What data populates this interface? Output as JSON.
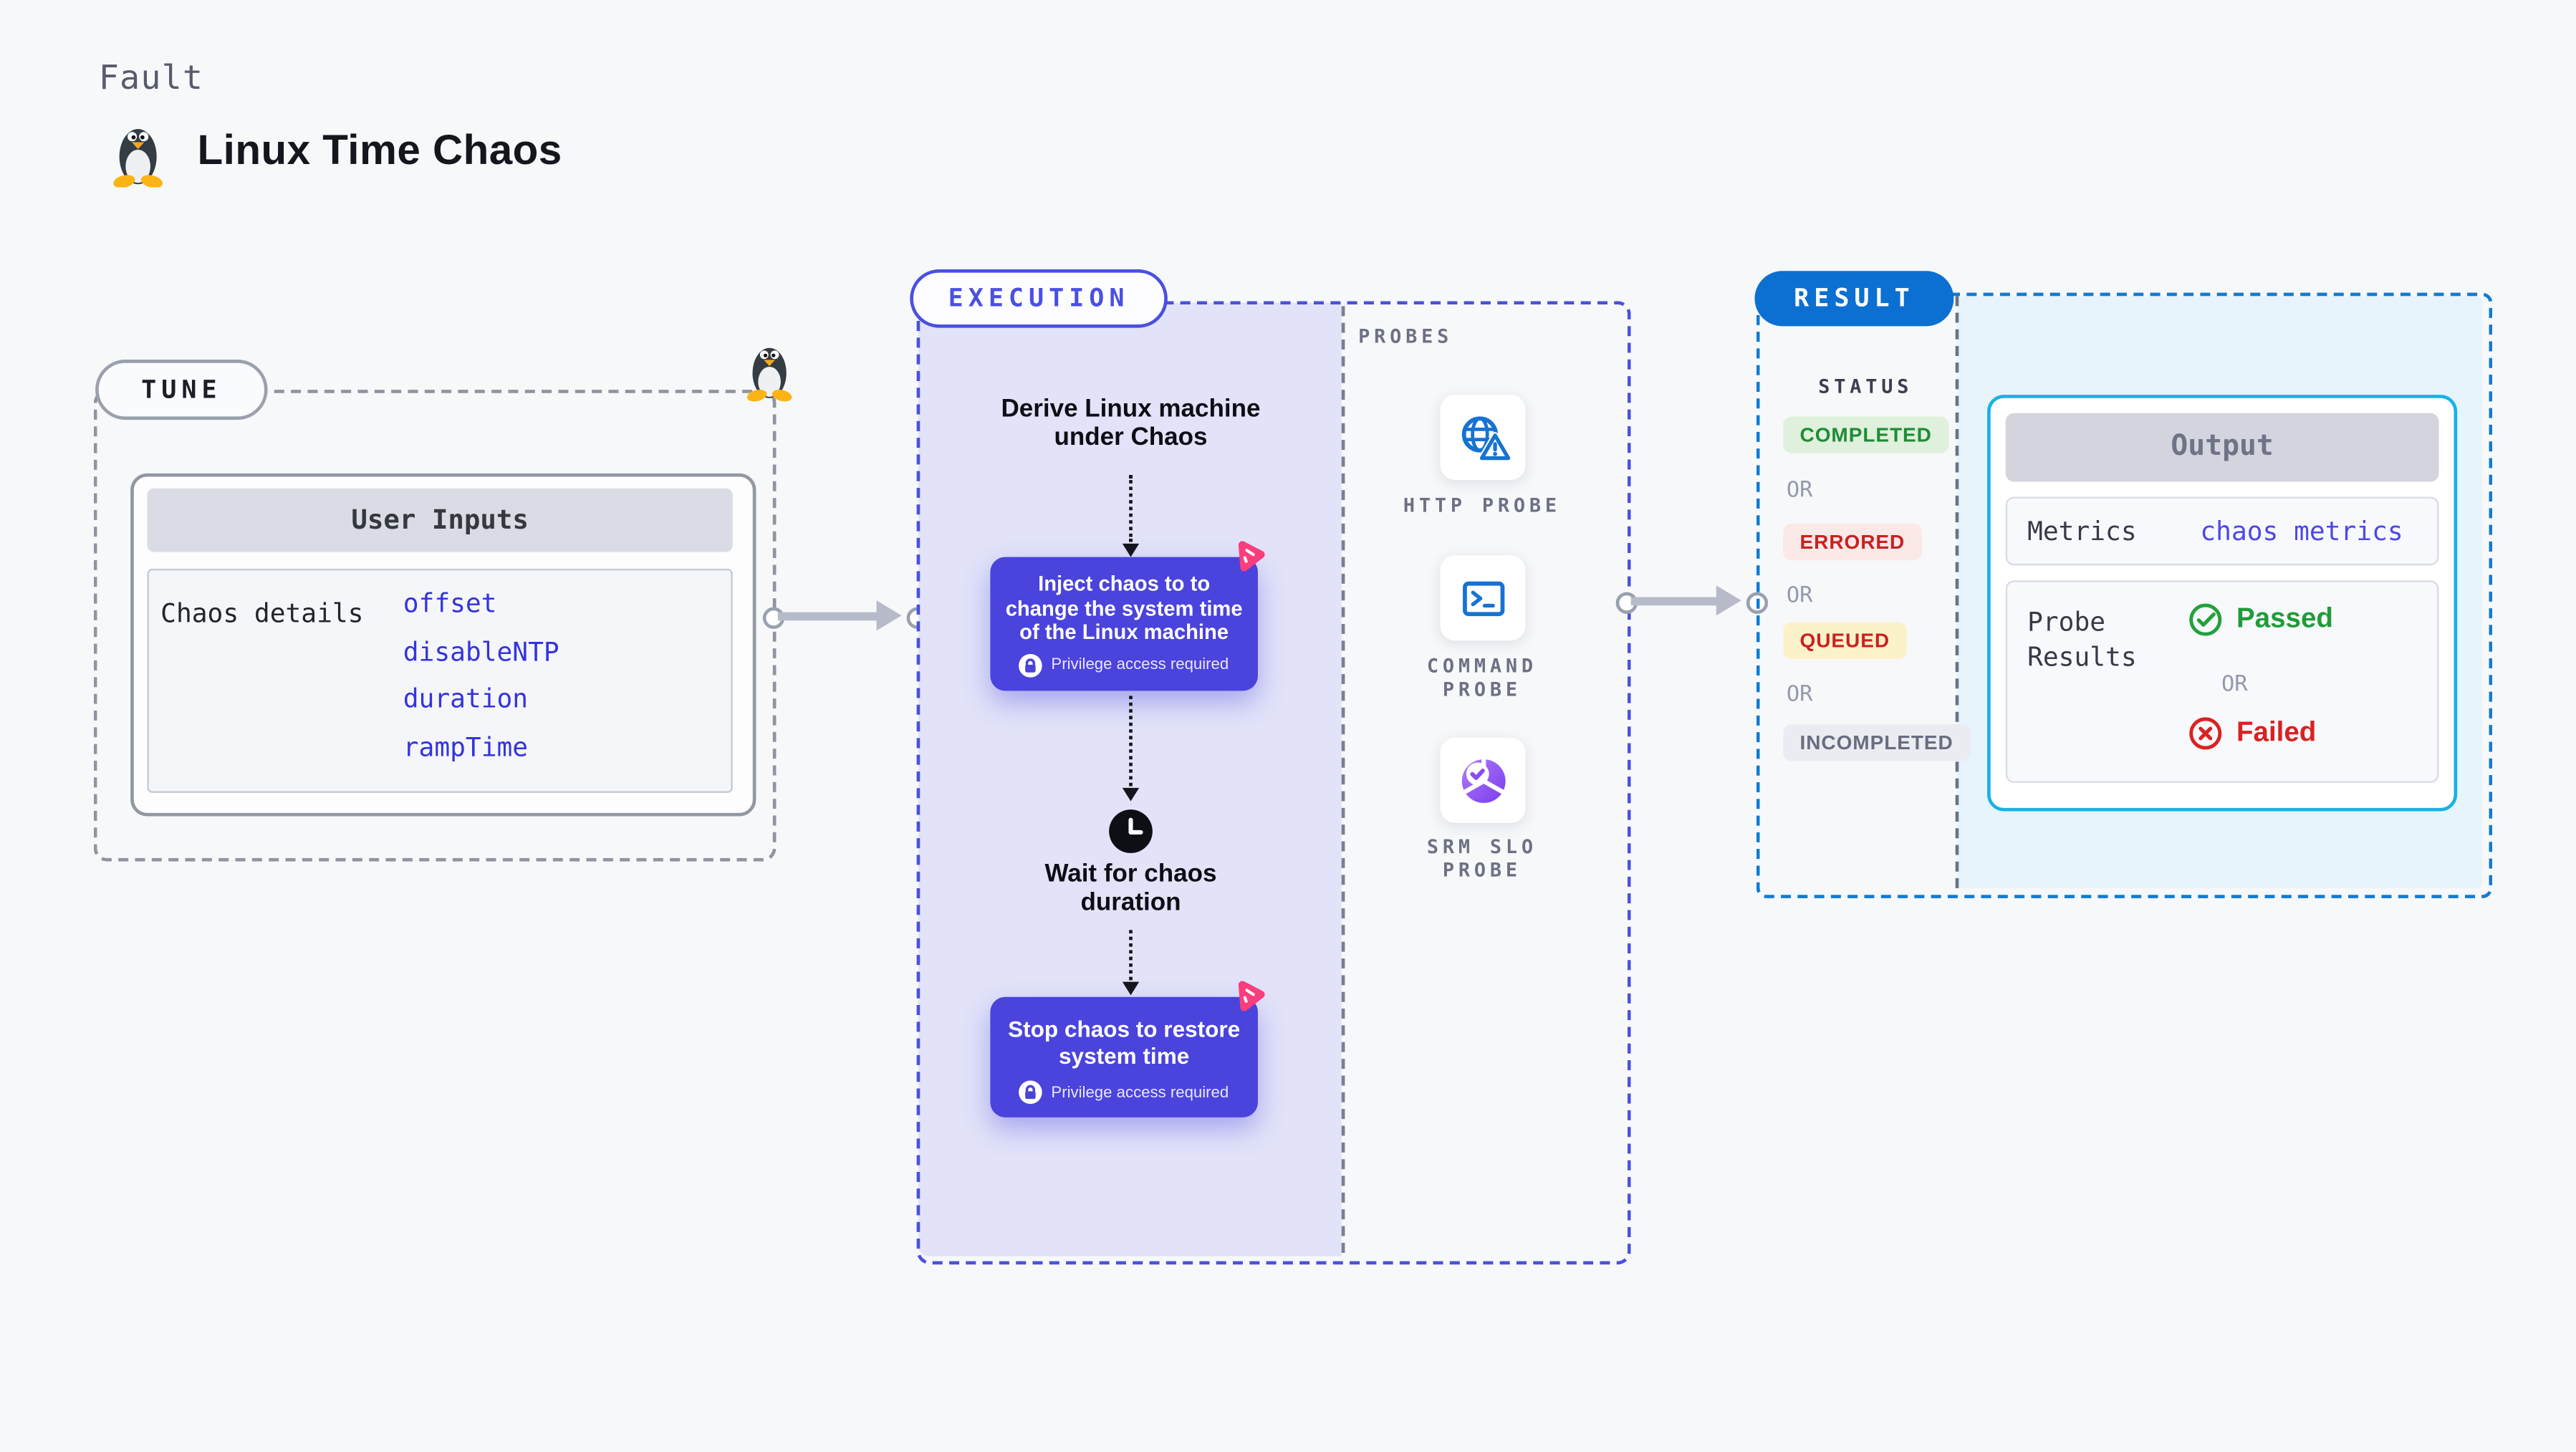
{
  "header": {
    "kicker": "Fault",
    "title": "Linux Time Chaos"
  },
  "tune": {
    "label": "TUNE",
    "card_title": "User Inputs",
    "row_label": "Chaos details",
    "params": [
      "offset",
      "disableNTP",
      "duration",
      "rampTime"
    ]
  },
  "execution": {
    "label": "EXECUTION",
    "derive_text": "Derive Linux machine under Chaos",
    "inject_text": "Inject chaos to to change the system time of the Linux machine",
    "privilege_text": "Privilege access required",
    "wait_text": "Wait for chaos duration",
    "stop_text": "Stop chaos to restore system time"
  },
  "probes": {
    "label": "PROBES",
    "items": [
      {
        "name": "HTTP PROBE",
        "icon": "globe-warning-icon"
      },
      {
        "name": "COMMAND PROBE",
        "icon": "terminal-icon"
      },
      {
        "name": "SRM SLO PROBE",
        "icon": "slo-pie-check-icon"
      }
    ]
  },
  "result": {
    "label": "RESULT",
    "status_label": "STATUS",
    "or": "OR",
    "statuses": [
      "COMPLETED",
      "ERRORED",
      "QUEUED",
      "INCOMPLETED"
    ],
    "output": {
      "title": "Output",
      "metrics_label": "Metrics",
      "metrics_value": "chaos metrics",
      "probe_results_label": "Probe Results",
      "passed": "Passed",
      "failed": "Failed"
    }
  },
  "colors": {
    "accent_purple": "#4a43dc",
    "accent_indigo_dash": "#4a50de",
    "result_blue": "#0b70d2",
    "output_cyan": "#18b2e6",
    "pink_chaos": "#fa3d7d",
    "passed_green": "#1f9c38",
    "failed_red": "#d92121",
    "queued_bg": "#fcf2ca",
    "completed_bg": "#dff0dc",
    "errored_bg": "#fbe9e8",
    "incompleted_bg": "#ebecf1",
    "lavender_bg": "#e2e3f9",
    "cyan_bg": "#e7f4fb"
  }
}
